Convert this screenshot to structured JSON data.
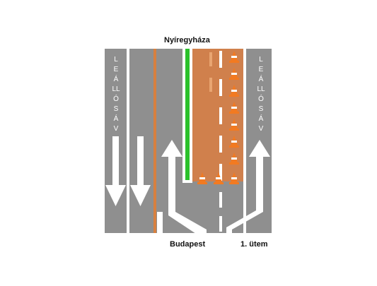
{
  "labels": {
    "top_destination": "Nyíregyháza",
    "bottom_destination": "Budapest",
    "phase": "1. ütem",
    "shoulder_left_vertical": "LEÁLLÓSÁV",
    "shoulder_right_vertical": "LEÁLLÓSÁV"
  },
  "colors": {
    "background": "#ffffff",
    "asphalt": "#8f8f8f",
    "lane_marking": "#ffffff",
    "closed_area": "#d0804c",
    "construction_line": "#d7803f",
    "green_line": "#2bc12b",
    "cone_orange": "#f27a21",
    "cone_stripe": "#ffffff"
  },
  "icons": {
    "cone": "traffic-cone-icon",
    "arrow_down": "arrow-down-icon",
    "arrow_up": "arrow-up-icon",
    "arrow_split_left": "merge-left-arrow-icon",
    "arrow_split_right": "merge-right-arrow-icon"
  }
}
